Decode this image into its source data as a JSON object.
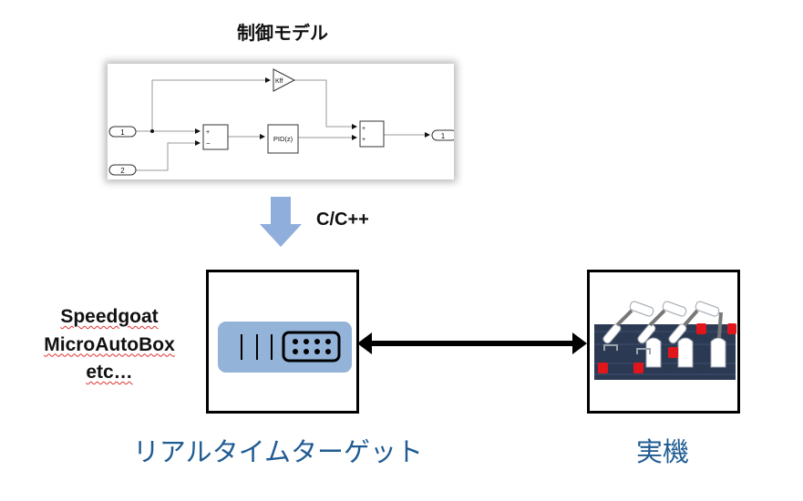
{
  "control_model": {
    "title": "制御モデル",
    "blocks": {
      "inport_1": "1",
      "inport_2": "2",
      "outport_1": "1",
      "gain": "Kff",
      "controller": "PID(z)",
      "sum1_signs": [
        "+",
        "−"
      ],
      "sum2_signs": [
        "+",
        "+"
      ]
    }
  },
  "code_generation": {
    "label": "C/C++",
    "arrow_color": "#8faedb"
  },
  "target_hardware_examples": [
    "Speedgoat",
    "MicroAutoBox",
    "etc…"
  ],
  "realtime_target": {
    "caption": "リアルタイムターゲット",
    "device_color": "#93b3d8"
  },
  "real_machine": {
    "caption": "実機"
  },
  "colors": {
    "caption_blue": "#1f5b92",
    "signal_line": "#9a9a9a"
  }
}
